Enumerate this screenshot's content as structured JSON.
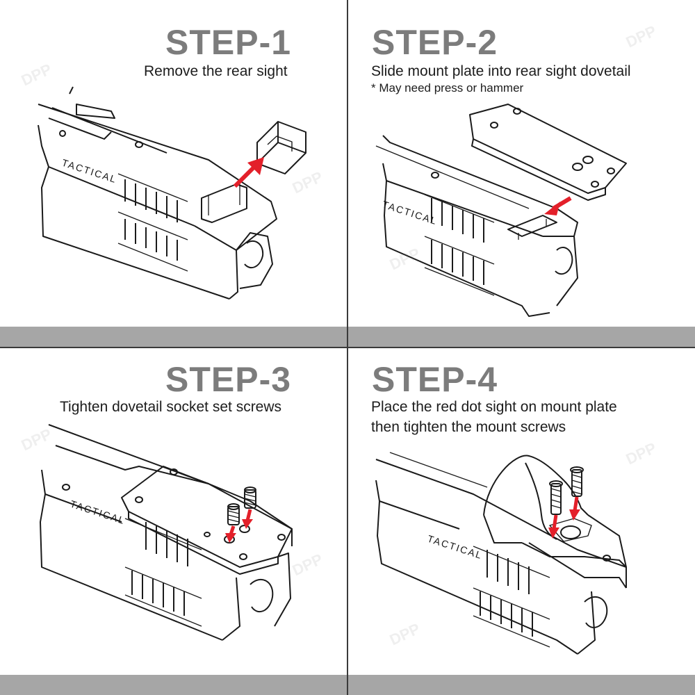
{
  "steps": [
    {
      "title": "STEP-1",
      "text": "Remove the rear sight"
    },
    {
      "title": "STEP-2",
      "text": "Slide mount plate into rear sight dovetail",
      "note": "* May need press or hammer"
    },
    {
      "title": "STEP-3",
      "text": "Tighten dovetail socket set screws"
    },
    {
      "title": "STEP-4",
      "line1": "Place the red dot sight on mount plate",
      "line2": "then tighten the mount screws"
    }
  ],
  "slide_marking": "TACTICAL",
  "watermark": "DPP",
  "colors": {
    "title": "#7c7c7c",
    "arrow": "#e3202a",
    "band": "#a6a6a6",
    "divider": "#3a3a3a"
  }
}
